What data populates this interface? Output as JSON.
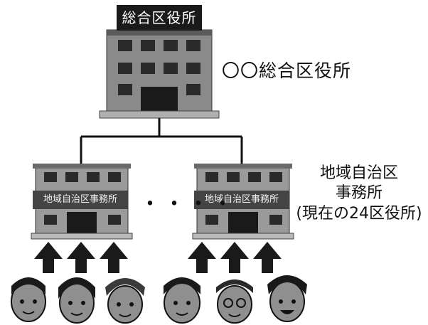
{
  "headquarters": {
    "sign_label": "総合区役所",
    "name_label": "〇〇総合区役所"
  },
  "branch_offices": {
    "sign_label": "地域自治区事務所",
    "ellipsis": "・・・・",
    "label_line1": "地域自治区",
    "label_line2": "事務所",
    "label_line3": "(現在の24区役所)"
  },
  "residents": {
    "count": 6
  },
  "colors": {
    "building_dark": "#3a3a3a",
    "building_mid": "#8a8a8a",
    "building_light": "#c8c8c8",
    "arrow": "#1a1a1a"
  }
}
